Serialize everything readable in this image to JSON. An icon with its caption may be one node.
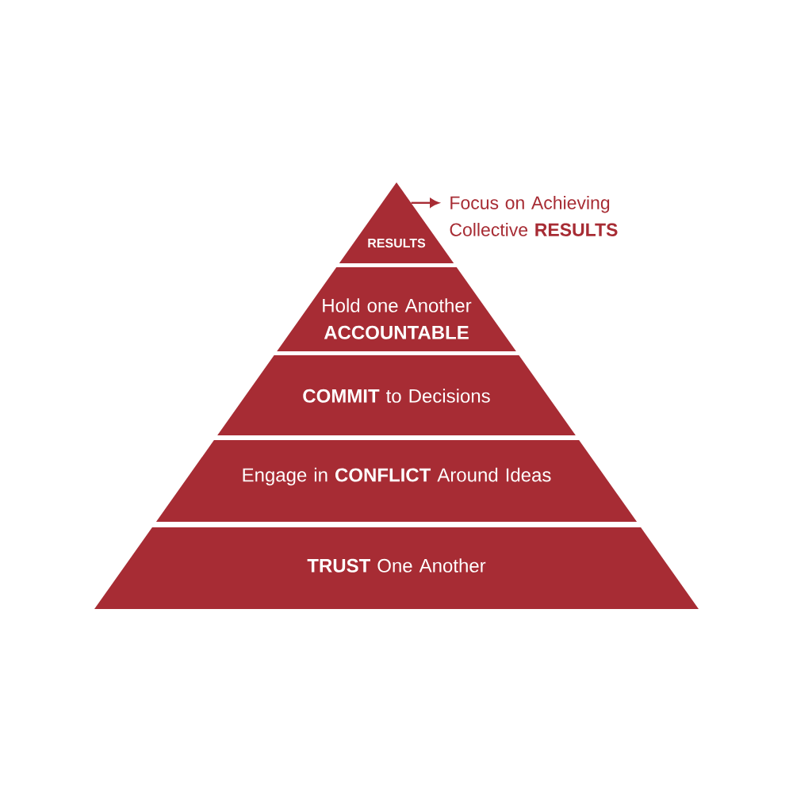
{
  "diagram": {
    "nodes": [
      {
        "text": [
          "RESULTS"
        ]
      },
      {
        "text": [
          "Hold one Another **ACCOUNTABLE**"
        ]
      },
      {
        "text": [
          "**COMMIT** to Decisions"
        ]
      },
      {
        "text": [
          "Engage in **CONFLICT** Around Ideas"
        ]
      },
      {
        "text": [
          "**TRUST** One Another"
        ]
      },
      {
        "text": [
          "Focus on Achieving Collective **RESULTS**"
        ]
      }
    ],
    "edges": [
      {
        "from": 0,
        "to": 5,
        "arrow": "to"
      }
    ]
  }
}
